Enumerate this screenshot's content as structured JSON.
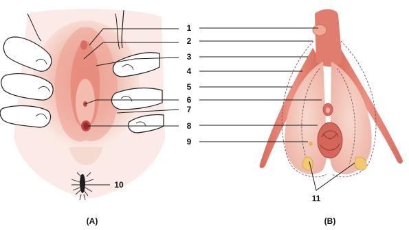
{
  "figure": {
    "panels": [
      {
        "id": "A",
        "caption": "(A)"
      },
      {
        "id": "B",
        "caption": "(B)"
      }
    ],
    "labels": [
      "1",
      "2",
      "3",
      "4",
      "5",
      "6",
      "7",
      "8",
      "9",
      "10",
      "11"
    ]
  },
  "colors": {
    "skin_light": "#f6dcd4",
    "skin_mid": "#eeb3a6",
    "tissue": "#e8897a",
    "tissue_dark": "#d0655a",
    "bulb": "#f3c9bd",
    "gland": "#f2c96e"
  }
}
